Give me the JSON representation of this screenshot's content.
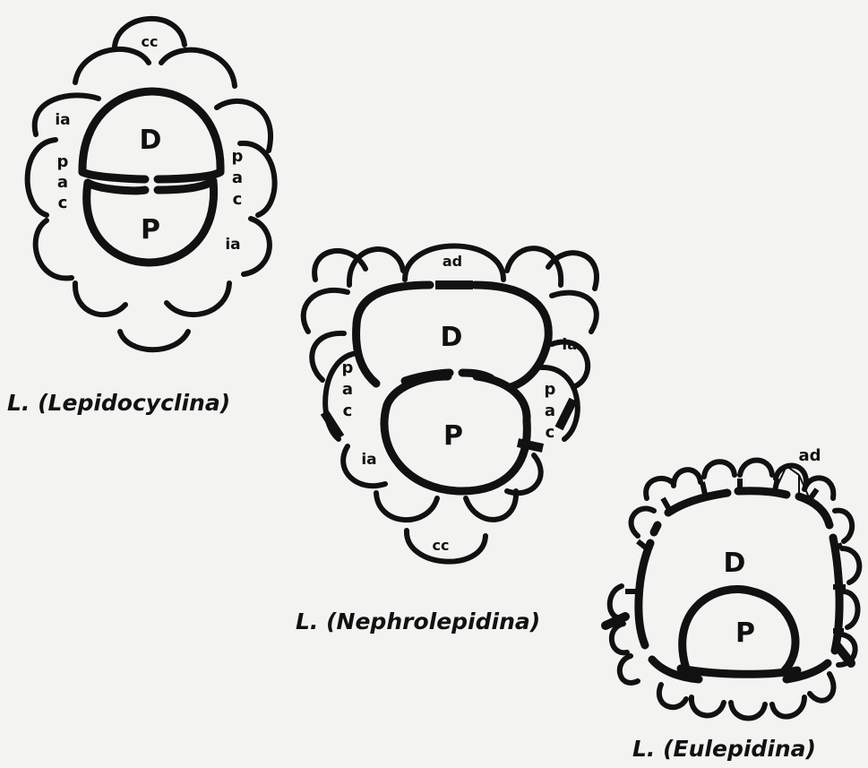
{
  "figure": {
    "background": "#f3f3f1",
    "ink": "#111111",
    "diagrams": [
      {
        "caption": "L. (Lepidocyclina)",
        "labels": {
          "deuteroconch": "D",
          "protoconch": "P",
          "chamber_top": "cc",
          "ia_upper": "ia",
          "ia_lower": "ia",
          "pac_left": [
            "p",
            "a",
            "c"
          ],
          "pac_right": [
            "p",
            "a",
            "c"
          ]
        }
      },
      {
        "caption": "L. (Nephrolepidina)",
        "labels": {
          "deuteroconch": "D",
          "protoconch": "P",
          "chamber_top": "ad",
          "chamber_bottom": "cc",
          "ia_upper": "ia",
          "ia_lower": "ia",
          "pac_left": [
            "p",
            "a",
            "c"
          ],
          "pac_right": [
            "p",
            "a",
            "c"
          ]
        }
      },
      {
        "caption": "L. (Eulepidina)",
        "labels": {
          "deuteroconch": "D",
          "protoconch": "P",
          "pointer": "ad"
        }
      }
    ]
  }
}
